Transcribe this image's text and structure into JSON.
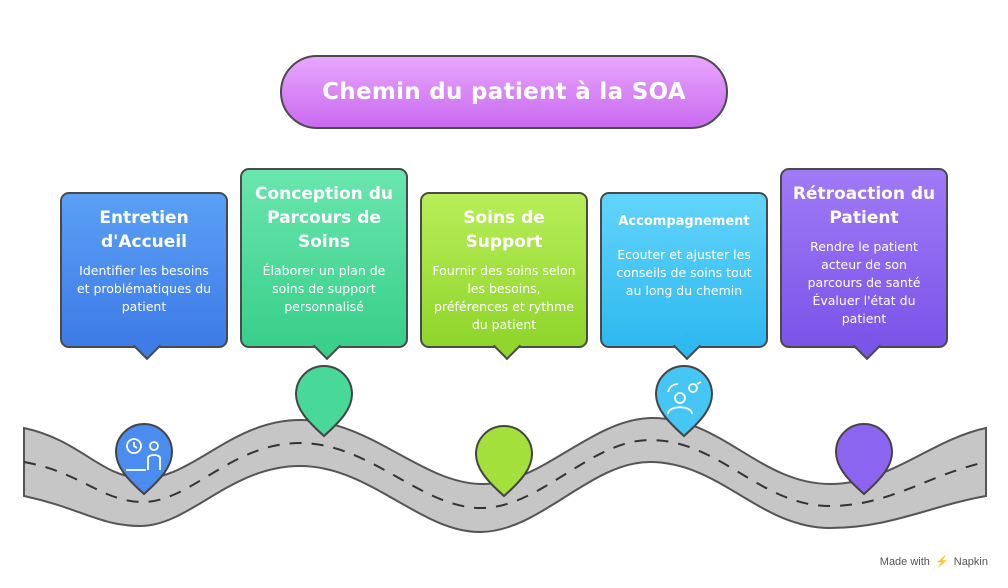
{
  "title": "Chemin du patient à la SOA",
  "steps": [
    {
      "title": "Entretien d'Accueil",
      "description": "Identifier les besoins et problématiques du patient",
      "color": "#4a8cf0",
      "icon": "person-clock-icon"
    },
    {
      "title": "Conception du Parcours de Soins",
      "description": "Élaborer un plan de soins de support personnalisé",
      "color": "#48d998"
    },
    {
      "title": "Soins de Support",
      "description": "Fournir des soins selon les besoins, préférences et rythme du patient",
      "color": "#a3e03c"
    },
    {
      "title": "Accompagnement",
      "description": "Ecouter et ajuster les conseils de soins tout au long du chemin",
      "color": "#46c6f5",
      "icon": "listening-person-icon"
    },
    {
      "title": "Rétroaction du Patient",
      "description": "Rendre le patient acteur de son parcours de santé Évaluer l'état du patient",
      "color": "#8c66f0"
    }
  ],
  "footer": {
    "prefix": "Made with",
    "brand": "Napkin"
  }
}
